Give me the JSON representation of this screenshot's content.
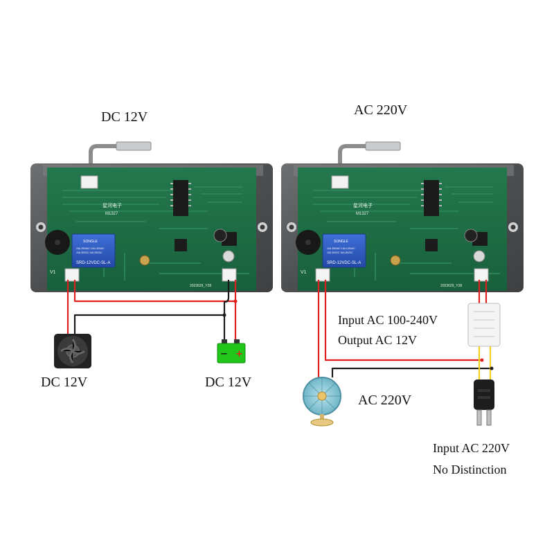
{
  "left_panel": {
    "title": "DC 12V",
    "board_text": "星河电子",
    "board_model": "M1327",
    "board_date": "2023629_Y28",
    "relay_brand": "SONGLE",
    "relay_model": "SRD-12VDC-SL-A",
    "relay_rating_1": "10A 250VAC  10A 125VAC",
    "relay_rating_2": "10A 30VDC  10A 28VDC",
    "port_label": "V1",
    "load_label": "DC 12V",
    "supply_label": "DC 12V",
    "battery_minus": "−",
    "battery_plus": "+"
  },
  "right_panel": {
    "title": "AC 220V",
    "board_text": "星河电子",
    "board_model": "M1327",
    "board_date": "2023629_Y28",
    "relay_brand": "SONGLE",
    "relay_model": "SRD-12VDC-SL-A",
    "relay_rating_1": "10A 250VAC  10A 125VAC",
    "relay_rating_2": "10A 30VDC  10A 28VDC",
    "port_label": "V1",
    "adapter_input": "Input AC 100-240V",
    "adapter_output": "Output AC 12V",
    "load_label": "AC 220V",
    "plug_label_1": "Input AC 220V",
    "plug_label_2": "No Distinction"
  },
  "colors": {
    "wire_red": "#e02020",
    "wire_black": "#1a1a1a",
    "wire_yellow": "#f2d21b",
    "pcb_green": "#1f6b45",
    "panel_metal": "#5a5c5e",
    "battery_green": "#22c51a"
  }
}
